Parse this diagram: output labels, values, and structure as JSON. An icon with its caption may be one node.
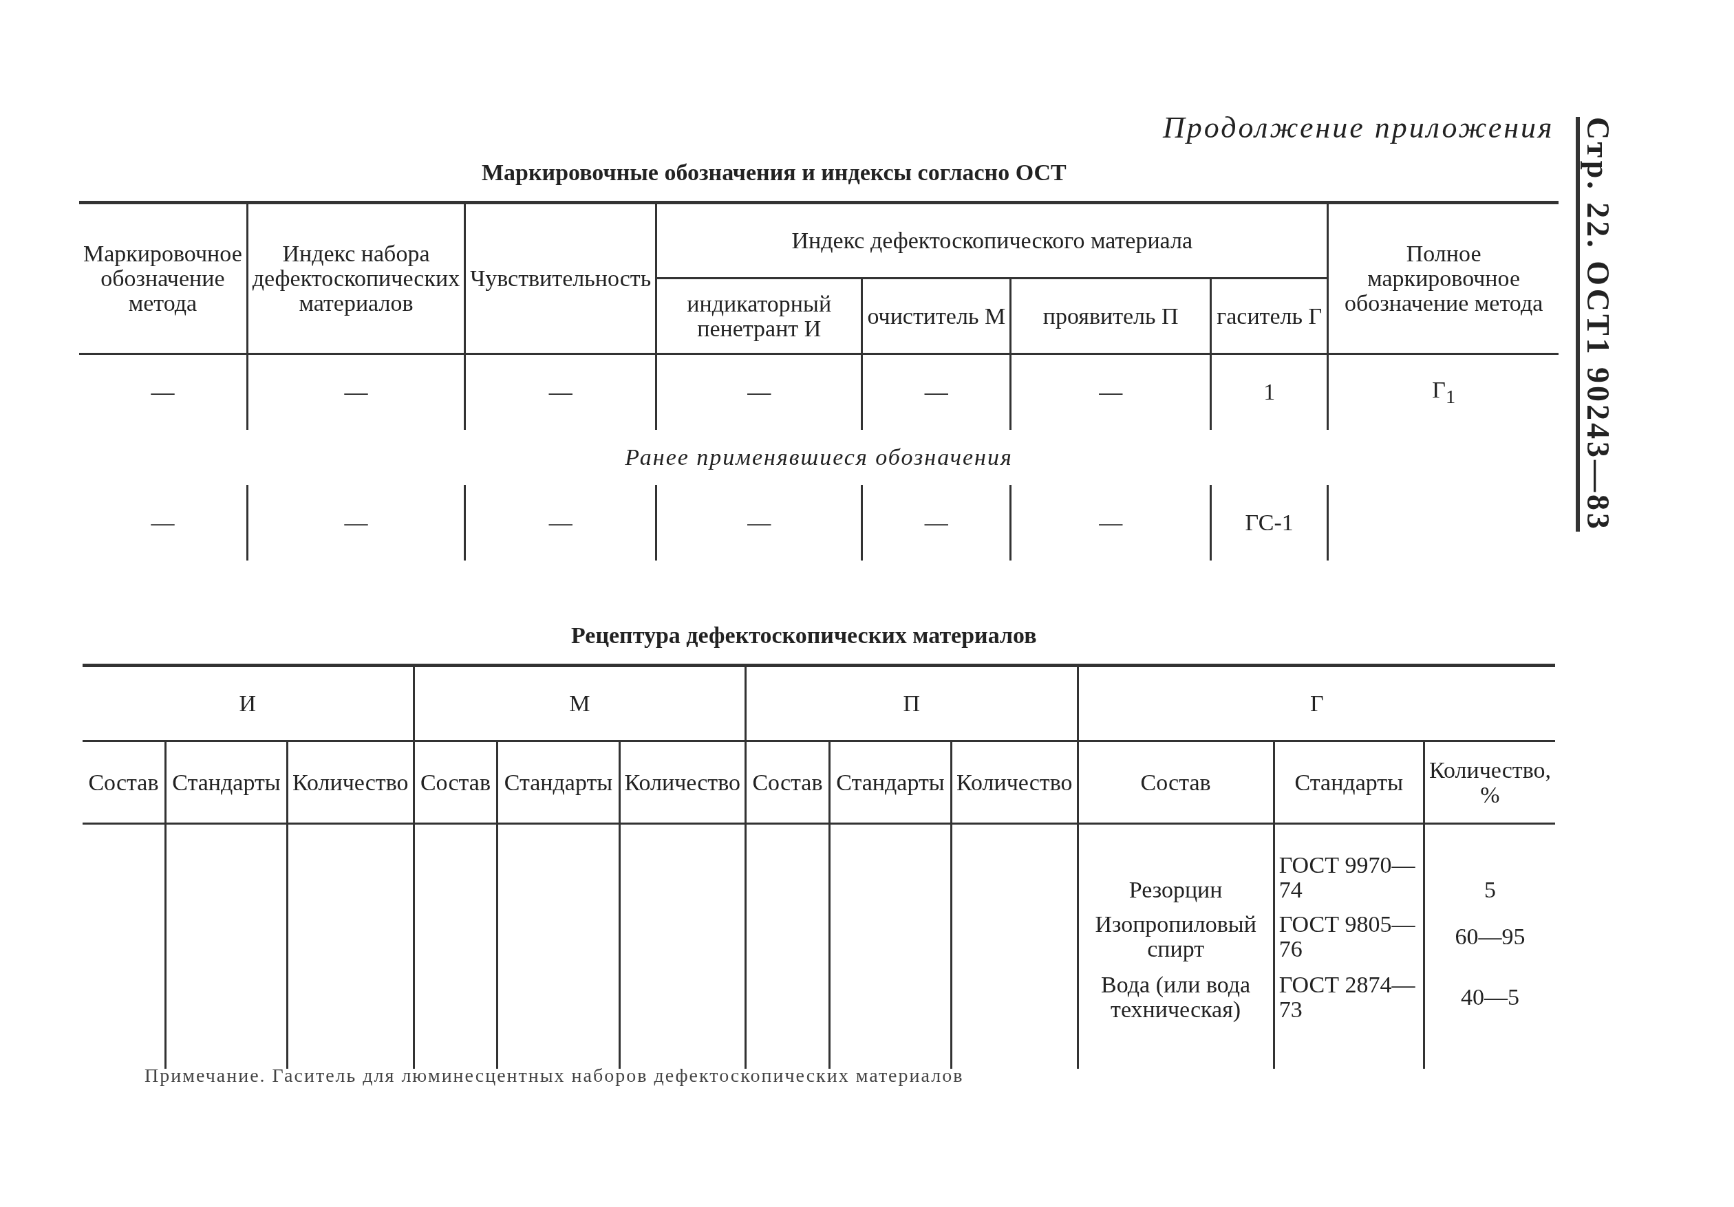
{
  "diagram": {
    "labels": [
      "Продолжение приложения",
      "Стр. 22. ОСТ1 90243—83",
      "Маркировочные обозначения и индексы согласно ОСТ",
      "Маркировочное обозначение метода",
      "Индекс набора дефектоскопических материалов",
      "Чувствительность",
      "Индекс дефектоскопического материала",
      "Полное маркировочное обозначение метода",
      "индикаторный пенетрант И",
      "очиститель М",
      "проявитель П",
      "гаситель Г",
      "—",
      "—",
      "—",
      "—",
      "—",
      "—",
      "1",
      "Г$_{1}$",
      "Ранее применявшиеся обозначения",
      "—",
      "—",
      "—",
      "—",
      "—",
      "—",
      "ГС-1",
      "Рецептура дефектоскопических материалов",
      "И",
      "М",
      "П",
      "Г",
      "Состав",
      "Стандарты",
      "Количество",
      "Состав",
      "Стандарты",
      "Количество",
      "Состав",
      "Стандарты",
      "Количество",
      "Состав",
      "Стандарты",
      "Количество, %",
      "Резорцин",
      "ГОСТ 9970—74",
      "5",
      "Изопропиловый спирт",
      "ГОСТ 9805—76",
      "60—95",
      "Вода (или вода техническая)",
      "ГОСТ 2874—73",
      "40—5",
      "Примечание. Гаситель для люминесцентных наборов дефектоскопических материалов"
    ]
  }
}
